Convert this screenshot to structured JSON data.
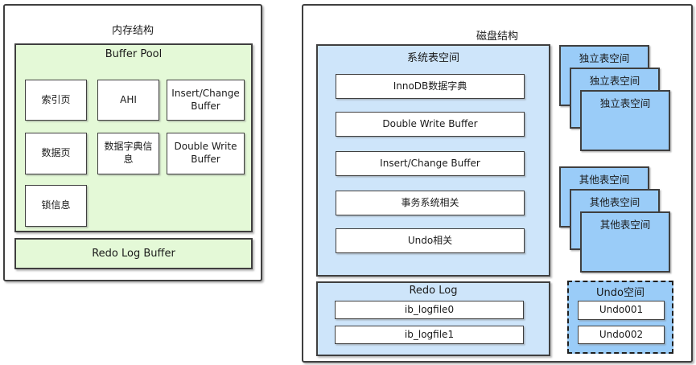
{
  "memory": {
    "title": "内存结构",
    "buffer_pool": {
      "title": "Buffer Pool",
      "cells": [
        "索引页",
        "AHI",
        "Insert/Change Buffer",
        "数据页",
        "数据字典信息",
        "Double Write Buffer",
        "锁信息"
      ]
    },
    "redo_log_buffer_label": "Redo Log Buffer"
  },
  "disk": {
    "title": "磁盘结构",
    "system_tablespace": {
      "title": "系统表空间",
      "rows": [
        "InnoDB数据字典",
        "Double Write Buffer",
        "Insert/Change Buffer",
        "事务系统相关",
        "Undo相关"
      ]
    },
    "redo_log": {
      "title": "Redo Log",
      "rows": [
        "ib_logfile0",
        "ib_logfile1"
      ]
    },
    "independent_stack": [
      "独立表空间",
      "独立表空间",
      "独立表空间"
    ],
    "other_stack": [
      "其他表空间",
      "其他表空间",
      "其他表空间"
    ],
    "undo_space": {
      "title": "Undo空间",
      "rows": [
        "Undo001",
        "Undo002"
      ]
    }
  },
  "colors": {
    "green_fill": "#e4f9d7",
    "light_blue_fill": "#cee5fa",
    "deep_blue_fill": "#9accf8",
    "border": "#3f3f3f"
  }
}
